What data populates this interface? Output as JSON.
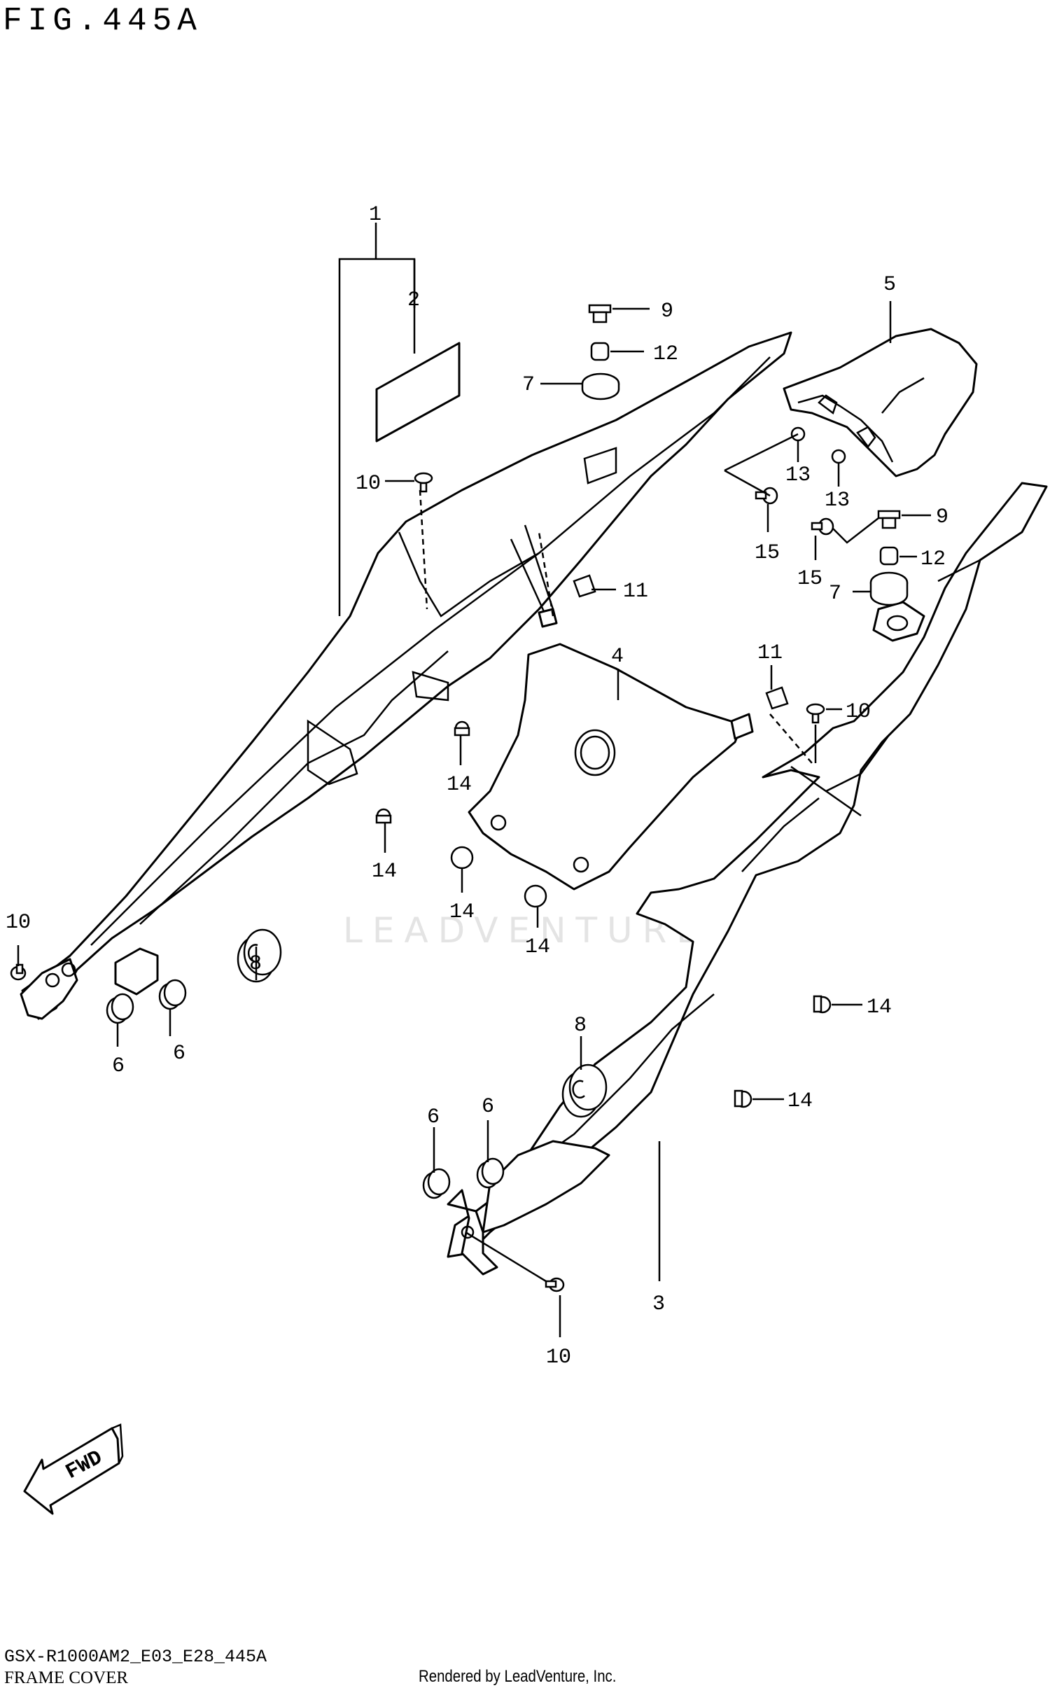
{
  "figure": {
    "title": "FIG.445A",
    "code": "GSX-R1000AM2_E03_E28_445A",
    "name": "FRAME COVER",
    "rendered_by": "Rendered by LeadVenture, Inc.",
    "watermark": "LEADVENTURE",
    "fwd_label": "FWD"
  },
  "callouts": [
    "1",
    "2",
    "9",
    "12",
    "7",
    "10",
    "5",
    "13",
    "13",
    "15",
    "9",
    "15",
    "12",
    "7",
    "11",
    "4",
    "11",
    "10",
    "14",
    "14",
    "14",
    "14",
    "10",
    "8",
    "6",
    "6",
    "14",
    "8",
    "6",
    "6",
    "14",
    "3",
    "10"
  ]
}
